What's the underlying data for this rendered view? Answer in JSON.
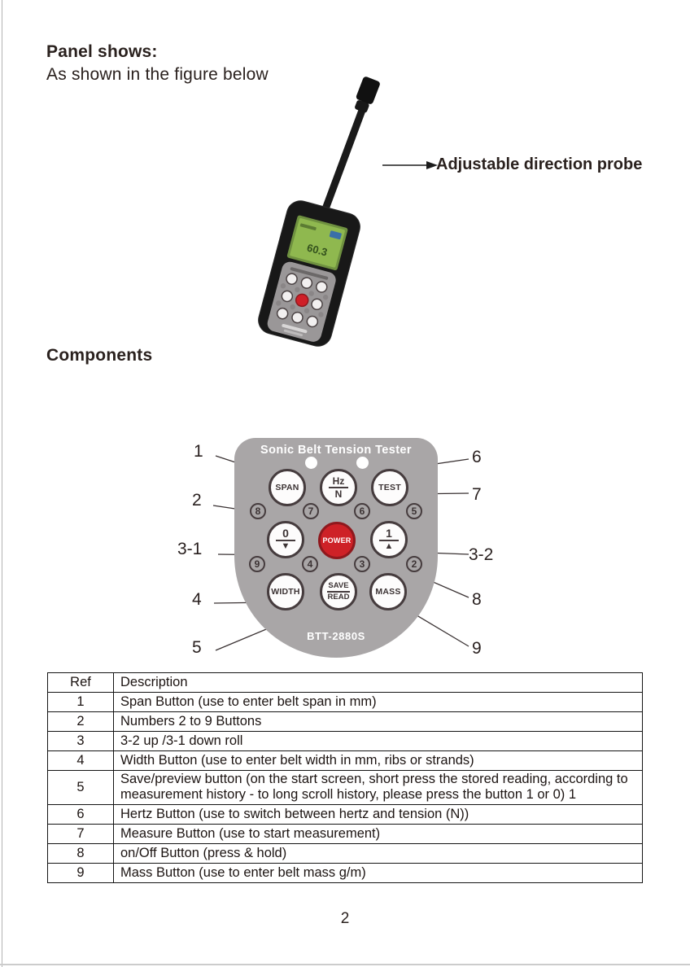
{
  "page": {
    "title_bold": "Panel shows:",
    "subtitle": "As shown in the figure below",
    "section_components": "Components",
    "page_number": "2"
  },
  "figure": {
    "probe_annotation": "Adjustable direction probe",
    "screen_reading": "60.3"
  },
  "panel": {
    "title": "Sonic Belt Tension Tester",
    "model": "BTT-2880S",
    "buttons": {
      "span": "SPAN",
      "hz_top": "Hz",
      "hz_bottom": "N",
      "test": "TEST",
      "zero_digit": "0",
      "down_arrow": "▼",
      "power": "POWER",
      "one_digit": "1",
      "up_arrow": "▲",
      "width": "WIDTH",
      "save_top": "SAVE",
      "save_bottom": "READ",
      "mass": "MASS"
    },
    "digits_row1": [
      "8",
      "7",
      "6",
      "5"
    ],
    "digits_row2": [
      "9",
      "4",
      "3",
      "2"
    ],
    "callouts_left": [
      "1",
      "2",
      "3-1",
      "4",
      "5"
    ],
    "callouts_right": [
      "6",
      "7",
      "3-2",
      "8",
      "9"
    ]
  },
  "table": {
    "headers": [
      "Ref",
      "Description"
    ],
    "rows": [
      [
        "1",
        "Span Button (use to enter belt span in mm)"
      ],
      [
        "2",
        "Numbers 2 to 9 Buttons"
      ],
      [
        "3",
        "3-2 up /3-1 down roll"
      ],
      [
        "4",
        "Width Button (use to enter belt width in mm, ribs or strands)"
      ],
      [
        "5",
        "Save/preview button (on the start screen, short press the stored reading, according to measurement history - to long scroll history, please press the button 1 or 0) 1"
      ],
      [
        "6",
        "Hertz Button (use to switch between hertz and tension (N))"
      ],
      [
        "7",
        "Measure Button (use to start measurement)"
      ],
      [
        "8",
        "on/Off Button (press & hold)"
      ],
      [
        "9",
        "Mass Button (use to enter belt mass g/m)"
      ]
    ]
  },
  "colors": {
    "panel_gray": "#a9a6a7",
    "power_red": "#ce2127",
    "lcd_green": "#8fb84f",
    "text_dark": "#2a211e"
  }
}
